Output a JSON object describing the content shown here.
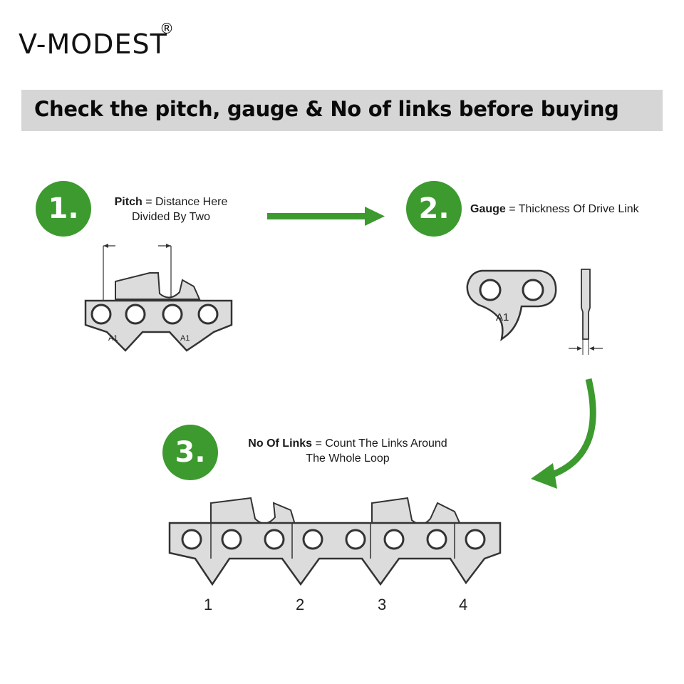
{
  "brand": {
    "name": "V-MODEST",
    "reg_mark": "®"
  },
  "banner": {
    "text": "Check the pitch, gauge & No of links before buying"
  },
  "steps": [
    {
      "number": "1.",
      "term": "Pitch",
      "desc_line1": " = Distance Here",
      "desc_line2": "Divided By Two"
    },
    {
      "number": "2.",
      "term": "Gauge",
      "desc_line1": " = Thickness Of Drive Link"
    },
    {
      "number": "3.",
      "term": "No Of Links",
      "desc_line1": " = Count The Links Around",
      "desc_line2": "The Whole Loop"
    }
  ],
  "link_marks": {
    "a": "A1",
    "b": "A1",
    "c": "A1"
  },
  "link_numbers": [
    "1",
    "2",
    "3",
    "4"
  ],
  "colors": {
    "accent_green": "#3c9a2e",
    "banner_bg": "#d6d6d6",
    "chain_fill": "#dcdcdc",
    "chain_stroke": "#333333"
  }
}
